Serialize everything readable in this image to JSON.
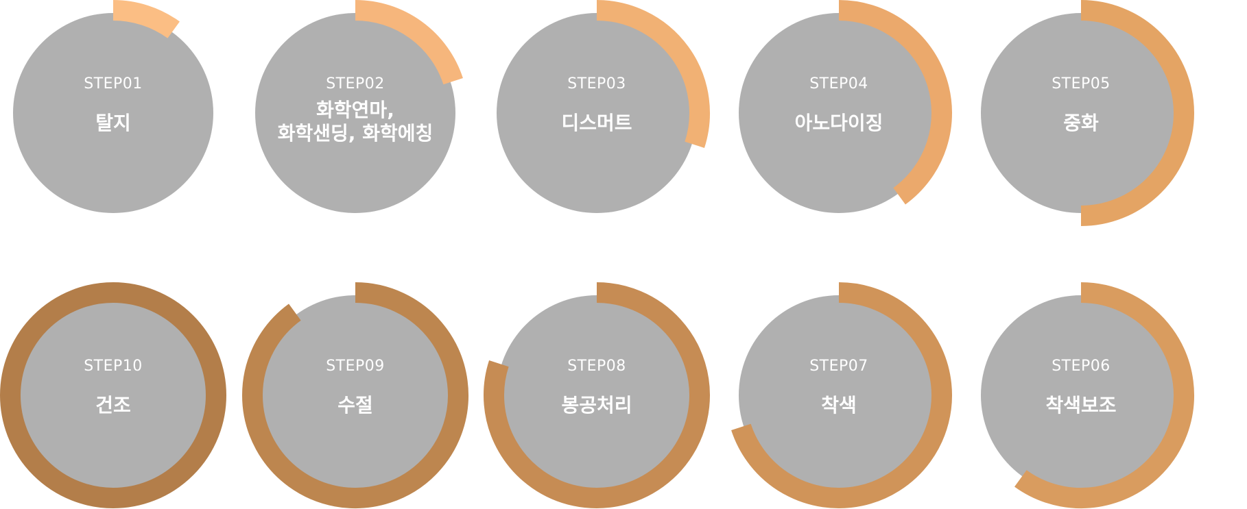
{
  "colors": {
    "circle_fill": "#b0b0b0",
    "text": "#ffffff"
  },
  "steps": [
    {
      "label": "STEP01",
      "title_lines": [
        "탈지"
      ],
      "progress": 0.1,
      "ring_color": "#fbbe84"
    },
    {
      "label": "STEP02",
      "title_lines": [
        "화학연마,",
        "화학샌딩, 화학에칭"
      ],
      "progress": 0.2,
      "ring_color": "#f6b67c"
    },
    {
      "label": "STEP03",
      "title_lines": [
        "디스머트"
      ],
      "progress": 0.3,
      "ring_color": "#f1b174"
    },
    {
      "label": "STEP04",
      "title_lines": [
        "아노다이징"
      ],
      "progress": 0.4,
      "ring_color": "#eba96c"
    },
    {
      "label": "STEP05",
      "title_lines": [
        "중화"
      ],
      "progress": 0.5,
      "ring_color": "#e4a464"
    },
    {
      "label": "STEP06",
      "title_lines": [
        "착색보조"
      ],
      "progress": 0.6,
      "ring_color": "#d99c5f"
    },
    {
      "label": "STEP07",
      "title_lines": [
        "착색"
      ],
      "progress": 0.7,
      "ring_color": "#d09459"
    },
    {
      "label": "STEP08",
      "title_lines": [
        "봉공처리"
      ],
      "progress": 0.8,
      "ring_color": "#c68c54"
    },
    {
      "label": "STEP09",
      "title_lines": [
        "수절"
      ],
      "progress": 0.9,
      "ring_color": "#bd864f"
    },
    {
      "label": "STEP10",
      "title_lines": [
        "건조"
      ],
      "progress": 1.0,
      "ring_color": "#b37e4a"
    }
  ]
}
